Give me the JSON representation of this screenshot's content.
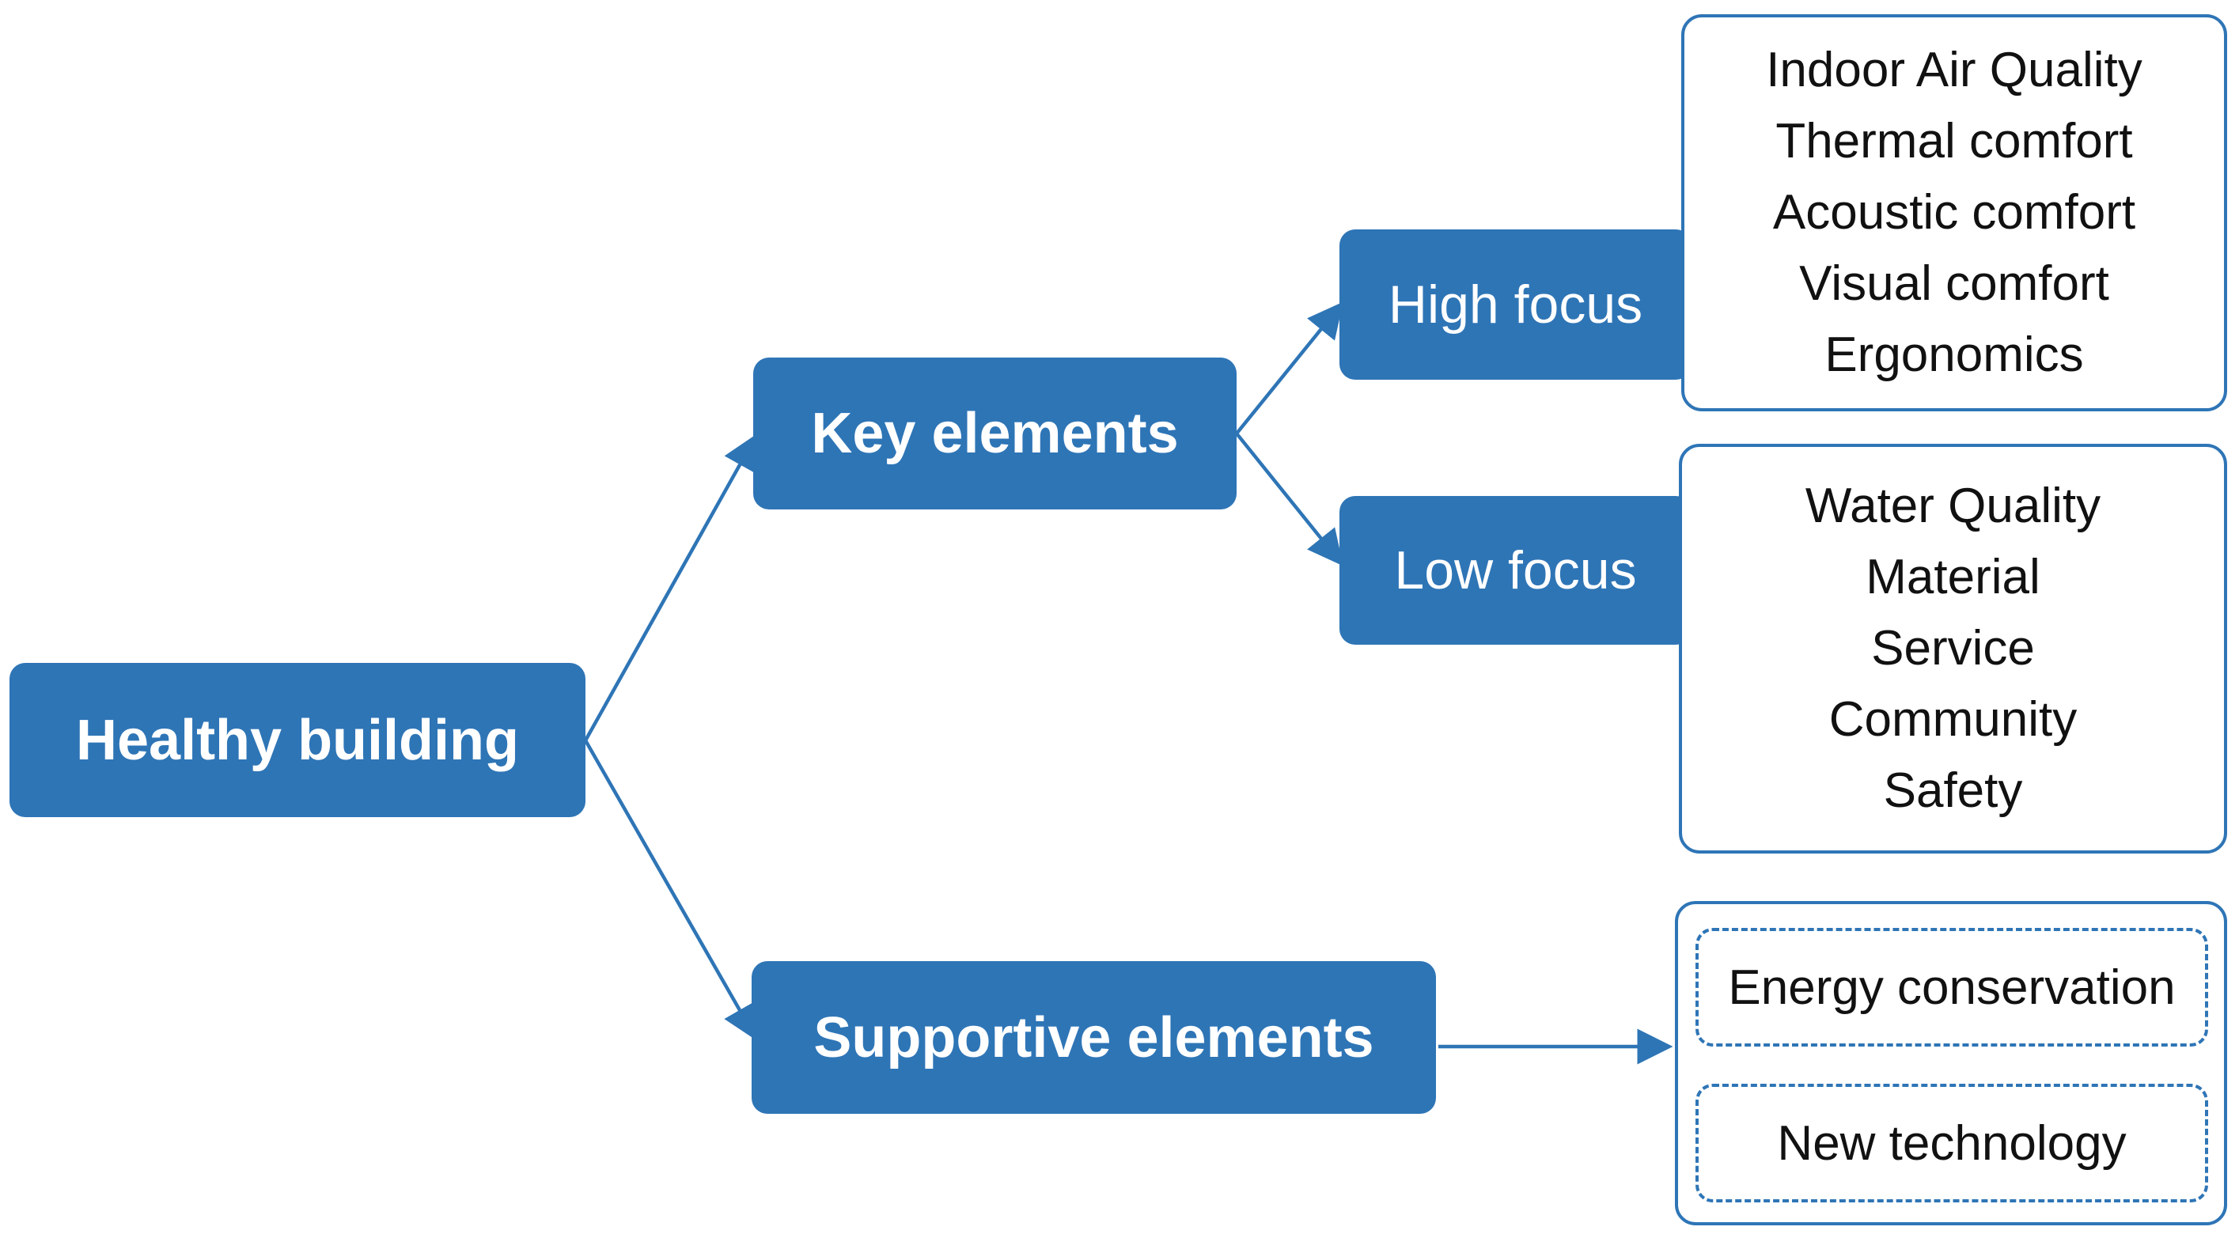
{
  "root": {
    "label": "Healthy building"
  },
  "key_elements": {
    "label": "Key elements",
    "high_focus": {
      "label": "High focus",
      "items": [
        "Indoor Air Quality",
        "Thermal comfort",
        "Acoustic comfort",
        "Visual comfort",
        "Ergonomics"
      ]
    },
    "low_focus": {
      "label": "Low focus",
      "items": [
        "Water Quality",
        "Material",
        "Service",
        "Community",
        "Safety"
      ]
    }
  },
  "supportive_elements": {
    "label": "Supportive elements",
    "items": [
      "Energy conservation",
      "New technology"
    ]
  },
  "colors": {
    "node_fill": "#2e75b6",
    "node_text": "#ffffff",
    "panel_border": "#2e75b6",
    "panel_text": "#111111"
  }
}
